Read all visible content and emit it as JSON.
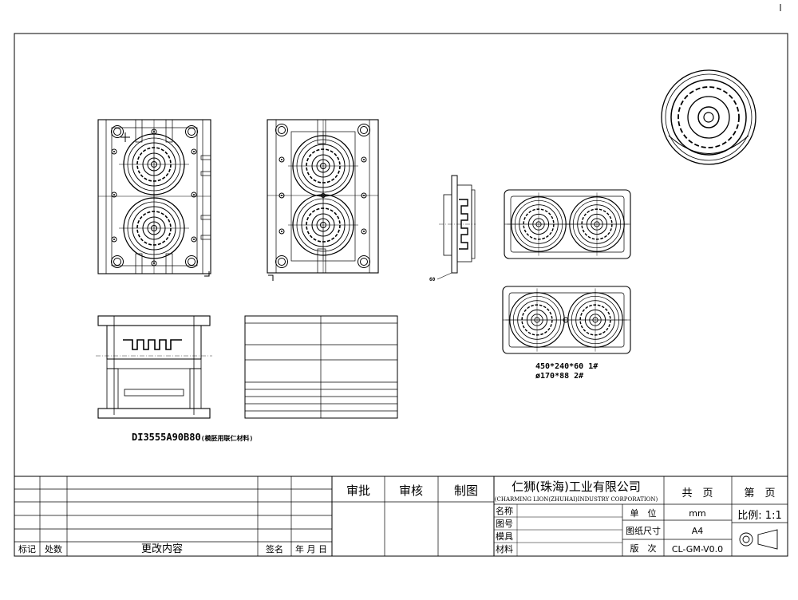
{
  "drawing": {
    "part_label": "DI3555A90B80",
    "part_label_note": "(模胚用联仁材料)",
    "spec_line_1": "450*240*60 1#",
    "spec_line_2": "ø170*88 2#"
  },
  "title_block": {
    "approve": "审批",
    "review": "审核",
    "draft": "制图",
    "company_cn": "仁狮(珠海)工业有限公司",
    "company_en": "(CHARMING LION(ZHUHAI)INDUSTRY CORPORATION)",
    "total_pages": "共　页",
    "page_no": "第　页",
    "name": "名称",
    "drawing_no": "图号",
    "mold": "模具",
    "material": "材料",
    "unit_label": "单　位",
    "unit_value": "mm",
    "scale": "比例: 1:1",
    "paper_size_label": "图纸尺寸",
    "paper_size_value": "A4",
    "version_label": "版　次",
    "version_value": "CL-GM-V0.0",
    "rev_mark": "标记",
    "rev_count": "处数",
    "rev_content": "更改内容",
    "rev_sign": "签名",
    "rev_date": "年 月 日"
  }
}
